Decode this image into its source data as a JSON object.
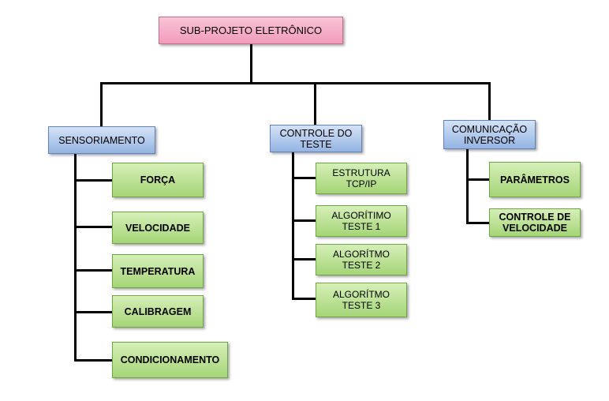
{
  "diagram": {
    "root": {
      "label": "SUB-PROJETO ELETRÔNICO"
    },
    "branches": [
      {
        "label": "SENSORIAMENTO",
        "children": [
          "FORÇA",
          "VELOCIDADE",
          "TEMPERATURA",
          "CALIBRAGEM",
          "CONDICIONAMENTO"
        ]
      },
      {
        "label": "CONTROLE DO TESTE",
        "children": [
          "ESTRUTURA TCP/IP",
          "ALGORÍTIMO TESTE 1",
          "ALGORÍTMO TESTE 2",
          "ALGORÍTMO TESTE 3"
        ]
      },
      {
        "label": "COMUNICAÇÃO INVERSOR",
        "children": [
          "PARÂMETROS",
          "CONTROLE DE VELOCIDADE"
        ]
      }
    ]
  },
  "colors": {
    "root_fill": "#f29bbb",
    "category_fill": "#94b4e3",
    "leaf_fill": "#a5d577",
    "connector": "#000000"
  }
}
